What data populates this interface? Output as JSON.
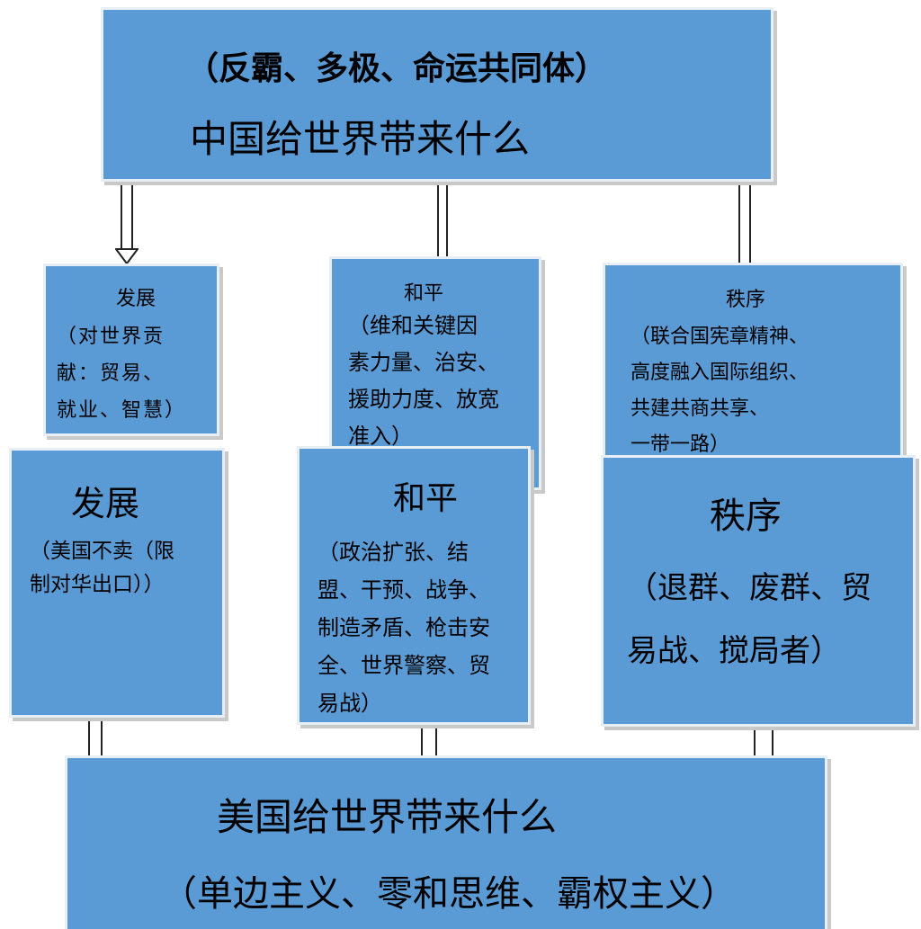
{
  "china": {
    "subtitle": "（反霸、多极、命运共同体）",
    "title": "中国给世界带来什么"
  },
  "china_items": [
    {
      "heading": "发展",
      "detail": "（对世界贡\n献：贸易、\n就业、智慧）"
    },
    {
      "heading": "和平",
      "detail": "（维和关键因\n素力量、治安、\n援助力度、放宽\n准入）"
    },
    {
      "heading": "秩序",
      "detail": "（联合国宪章精神、\n高度融入国际组织、\n共建共商共享、\n一带一路）"
    }
  ],
  "us_items": [
    {
      "heading": "发展",
      "detail": "（美国不卖（限\n制对华出口））"
    },
    {
      "heading": "和平",
      "detail": "（政治扩张、结\n盟、干预、战争、\n制造矛盾、枪击安\n全、世界警察、贸\n易战）"
    },
    {
      "heading": "秩序",
      "detail": "（退群、废群、贸\n易战、搅局者）"
    }
  ],
  "us": {
    "title": "美国给世界带来什么",
    "subtitle": "（单边主义、零和思维、霸权主义）"
  },
  "colors": {
    "box_fill": "#5b9bd5",
    "box_border": "#e8eef6",
    "text": "#000000"
  }
}
